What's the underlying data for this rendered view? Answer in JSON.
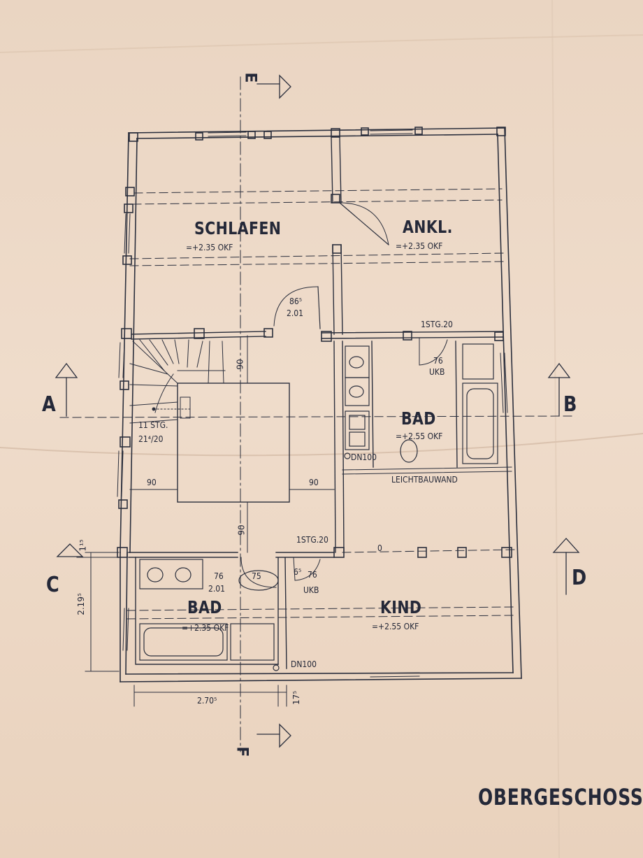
{
  "drawing": {
    "title": "OBERGESCHOSS",
    "section_marks": {
      "top": "E",
      "bottom": "F"
    },
    "axis_marks": {
      "left_upper": "A",
      "right_upper": "B",
      "left_lower": "C",
      "right_lower": "D"
    },
    "rooms": {
      "schlafen": {
        "name": "SCHLAFEN",
        "level": "=+2.35 OKF"
      },
      "ankl": {
        "name": "ANKL.",
        "level": "=+2.35 OKF"
      },
      "bad_upper": {
        "name": "BAD",
        "level": "=+2.55 OKF"
      },
      "bad_lower": {
        "name": "BAD",
        "level": "=+2.35 OKF"
      },
      "kind": {
        "name": "KIND",
        "level": "=+2.55 OKF"
      }
    },
    "annotations": {
      "door_size": "86⁵",
      "door_height": "2.01",
      "stair_upper": "1STG.20",
      "stair_lower": "1STG.20",
      "ukb_76_upper": "76",
      "ukb_upper": "UKB",
      "ukb_76_lower": "76",
      "ukb_lower": "UKB",
      "stair_count": "11 STG.",
      "stair_ratio": "21⁴/20",
      "dim_90_top": "90",
      "dim_90_left": "90",
      "dim_90_right": "90",
      "dim_90_bottom": "90",
      "dn100_upper": "DN100",
      "dn100_lower": "DN100",
      "leichtbauwand": "LEICHTBAUWAND",
      "bad_door_76": "76",
      "bad_door_201": "2.01",
      "bad_door_75": "75",
      "bad_door_65": "6⁵",
      "zero": "0",
      "dim_115": "1¹⁵",
      "dim_219": "2.19⁵",
      "dim_270": "2.70⁵",
      "dim_175": "17⁵"
    }
  }
}
